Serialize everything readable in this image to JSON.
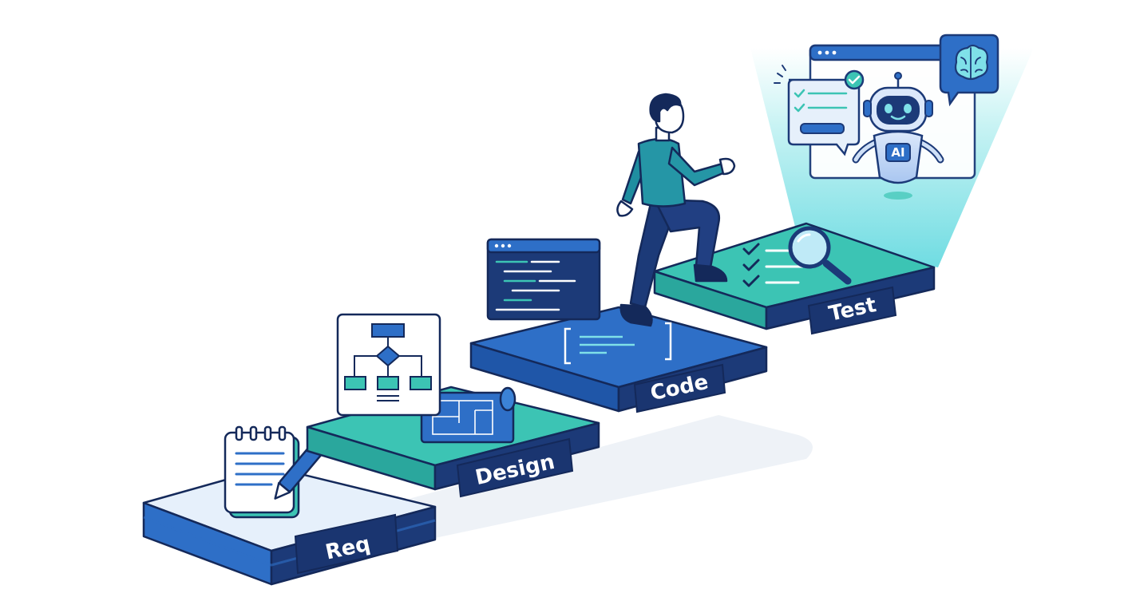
{
  "steps": [
    {
      "label": "Req"
    },
    {
      "label": "Design"
    },
    {
      "label": "Code"
    },
    {
      "label": "Test"
    }
  ],
  "ai_badge": "AI",
  "colors": {
    "navy": "#1c3a78",
    "dark_navy": "#14295a",
    "blue": "#2e6fc7",
    "teal": "#3cc4b4",
    "light_top": "#e6f0fb",
    "glow": "#7fe0e8",
    "label_bg": "#1a3570"
  },
  "icons": [
    "notepad-pencil-icon",
    "flowchart-icon",
    "blueprint-icon",
    "code-window-icon",
    "checklist-icon",
    "magnifier-icon",
    "ai-robot-icon",
    "brain-icon",
    "chat-check-icon"
  ]
}
